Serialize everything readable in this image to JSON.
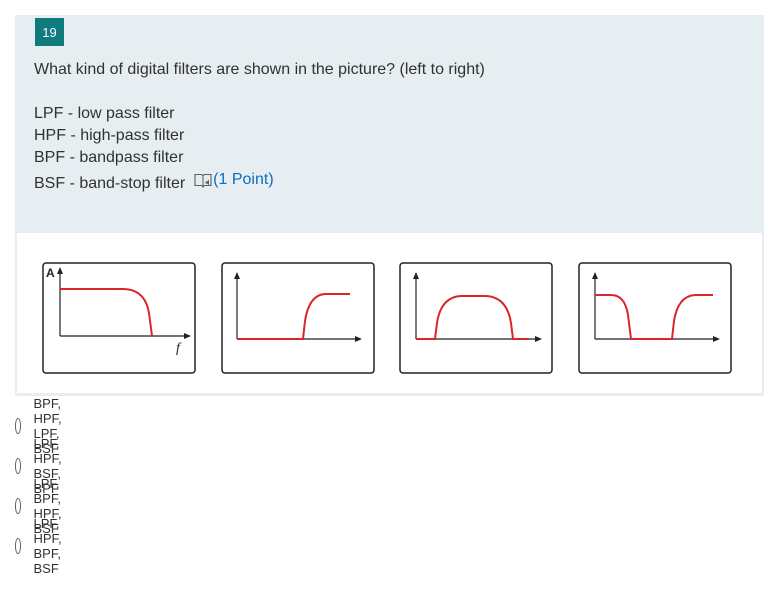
{
  "question": {
    "number": "19",
    "title": "What kind of digital filters are shown in the picture? (left to right)",
    "definitions": [
      "LPF - low pass filter",
      "HPF - high-pass filter",
      "BPF - bandpass filter",
      "BSF - band-stop filter"
    ],
    "points": "(1 Point)",
    "reader_icon": "immersive-reader-icon"
  },
  "figure": {
    "y_axis_label": "A",
    "x_axis_label": "f",
    "curve_color": "#d9262b",
    "panels": [
      "low-pass",
      "high-pass",
      "band-pass",
      "band-stop"
    ]
  },
  "options": [
    {
      "label": "BPF, HPF, LPF, BSF",
      "selected": false
    },
    {
      "label": "LPF, HPF, BSF, BPF",
      "selected": false
    },
    {
      "label": "LPF, BPF, HPF, BSF",
      "selected": false
    },
    {
      "label": "LPF, HPF, BPF, BSF",
      "selected": false
    }
  ],
  "colors": {
    "accent": "#0f7b7f",
    "card_background": "#e6eef1",
    "link": "#0f6cbd"
  }
}
